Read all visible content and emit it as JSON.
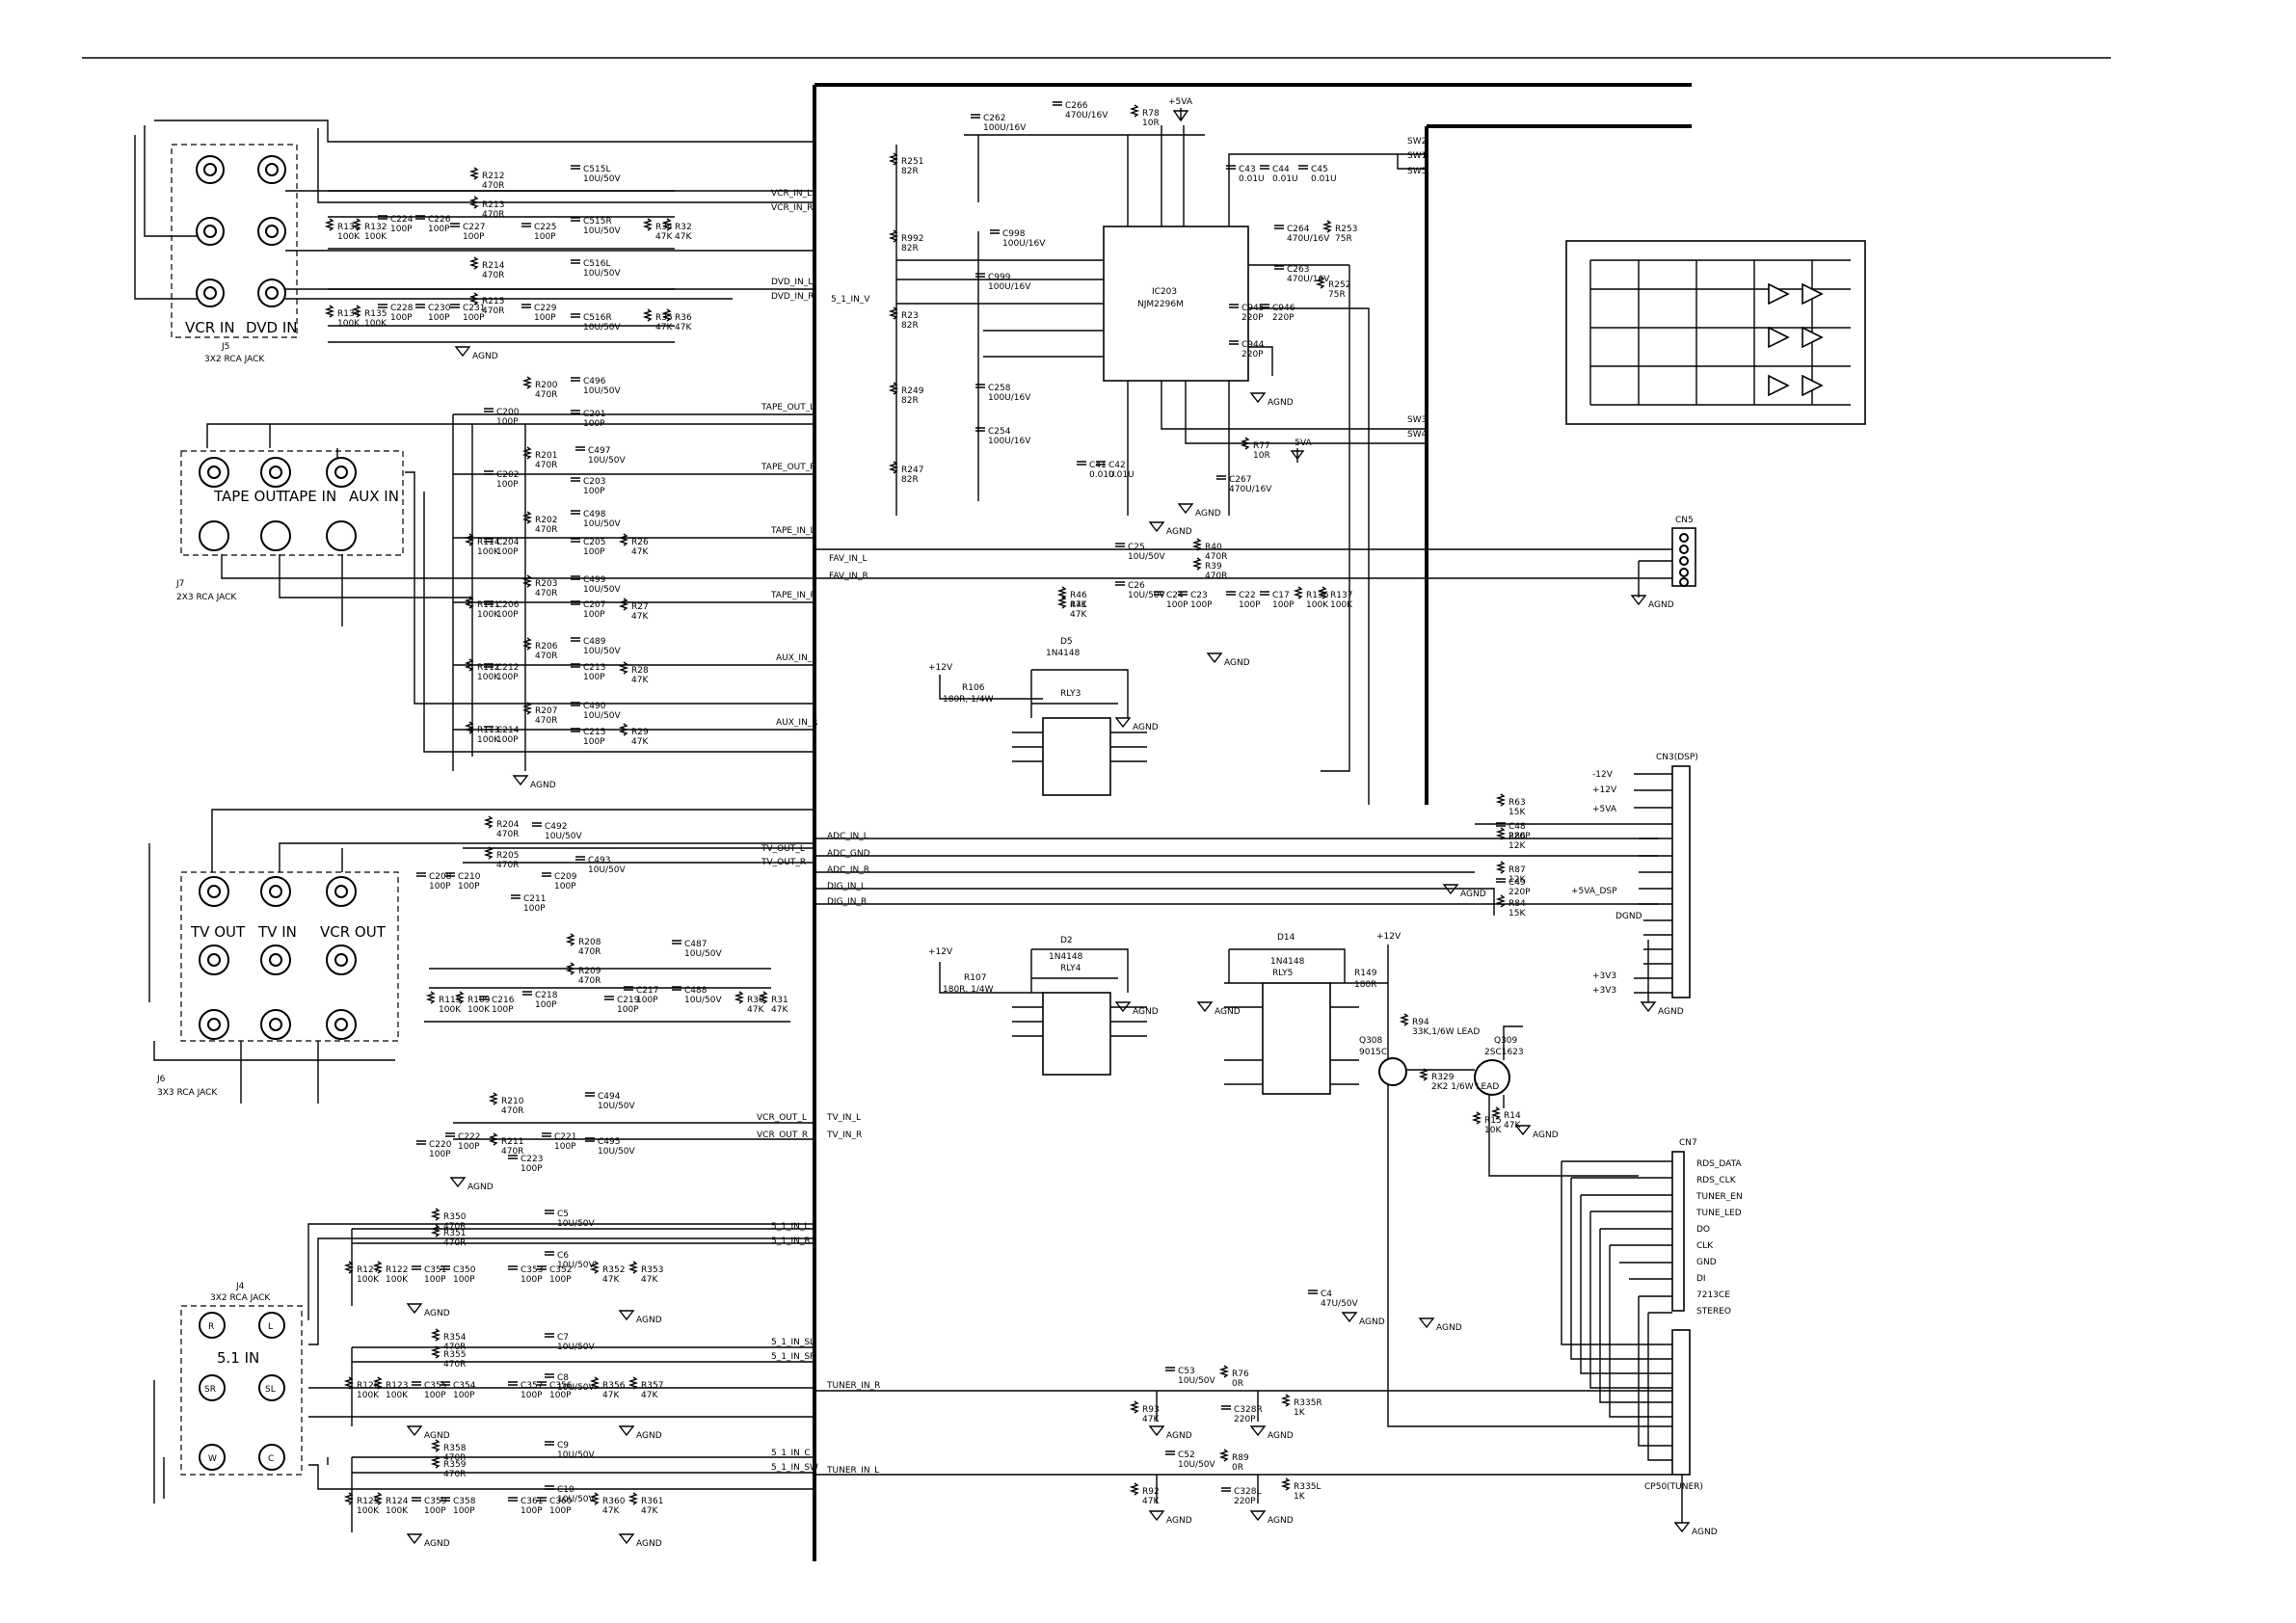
{
  "colors": {
    "ink": "#000000",
    "paper": "#ffffff"
  },
  "jacks": {
    "j5": {
      "ref": "J5",
      "type": "3X2 RCA JACK",
      "left": "VCR IN",
      "right": "DVD IN"
    },
    "j7": {
      "ref": "J7",
      "type": "2X3 RCA JACK",
      "a": "TAPE OUT",
      "b": "TAPE IN",
      "c": "AUX IN"
    },
    "j6": {
      "ref": "J6",
      "type": "3X3 RCA JACK",
      "a": "TV OUT",
      "b": "TV IN",
      "c": "VCR OUT"
    },
    "j4": {
      "ref": "J4",
      "type": "3X2 RCA JACK",
      "title": "5.1 IN",
      "r": "R",
      "l": "L",
      "sr": "SR",
      "sl": "SL",
      "w": "W",
      "c": "C"
    }
  },
  "ic": {
    "ref": "IC203",
    "part": "NJM2296M"
  },
  "nets_left": [
    "VCR_IN_L",
    "VCR_IN_R",
    "DVD_IN_L",
    "DVD_IN_R",
    "TAPE_OUT_L",
    "TAPE_OUT_R",
    "TAPE_IN_L",
    "TAPE_IN_R",
    "AUX_IN_L",
    "AUX_IN_R",
    "TV_OUT_L",
    "TV_OUT_R",
    "VCR_OUT_L",
    "VCR_OUT_R",
    "5_1_IN_L",
    "5_1_IN_R",
    "5_1_IN_SL",
    "5_1_IN_SR",
    "5_1_IN_C",
    "5_1_IN_SW"
  ],
  "nets_right": [
    "5_1_IN_V",
    "FAV_IN_L",
    "FAV_IN_R",
    "ADC_IN_L",
    "ADC_GND",
    "ADC_IN_R",
    "DIG_IN_L",
    "DIG_IN_R",
    "TV_IN_L",
    "TV_IN_R",
    "TUNER_IN_R",
    "TUNER_IN_L"
  ],
  "switches": [
    "SW2",
    "SW1",
    "SW5",
    "SW3",
    "SW4"
  ],
  "cn3": {
    "title": "CN3(DSP)",
    "rails": [
      "-12V",
      "+12V",
      "+5VA",
      "+5VA_DSP",
      "+3V3",
      "+3V3"
    ],
    "dgnd": "DGND"
  },
  "cn5": {
    "title": "CN5"
  },
  "cn7": {
    "title": "CN7",
    "pins": [
      "RDS_DATA",
      "RDS_CLK",
      "TUNER_EN",
      "TUNE_LED",
      "DO",
      "CLK",
      "GND",
      "DI",
      "7213CE",
      "STEREO"
    ]
  },
  "cp50": {
    "title": "CP50(TUNER)"
  },
  "relays": [
    {
      "ref": "RLY3",
      "diode": "D5",
      "diode_part": "1N4148",
      "res": "R106",
      "res_val": "180R, 1/4W"
    },
    {
      "ref": "RLY4",
      "diode": "D2",
      "diode_part": "1N4148",
      "res": "R107",
      "res_val": "180R, 1/4W"
    },
    {
      "ref": "RLY5",
      "diode": "D14",
      "diode_part": "1N4148",
      "res": "R149",
      "res_val": "180R"
    }
  ],
  "transistors": [
    {
      "ref": "Q308",
      "part": "9015C"
    },
    {
      "ref": "Q309",
      "part": "2SC1623"
    }
  ],
  "ground": "AGND",
  "power": {
    "p5": "+5VA",
    "m5": "-5VA",
    "p12": "+12V"
  },
  "components": [
    {
      "ref": "R212",
      "val": "470R"
    },
    {
      "ref": "R214",
      "val": "470R"
    },
    {
      "ref": "R213",
      "val": "470R"
    },
    {
      "ref": "R215",
      "val": "470R"
    },
    {
      "ref": "C515L",
      "val": "10U/50V"
    },
    {
      "ref": "C515R",
      "val": "10U/50V"
    },
    {
      "ref": "C516L",
      "val": "10U/50V"
    },
    {
      "ref": "C516R",
      "val": "10U/50V"
    },
    {
      "ref": "R133",
      "val": "100K"
    },
    {
      "ref": "R132",
      "val": "100K"
    },
    {
      "ref": "C224",
      "val": "100P"
    },
    {
      "ref": "C226",
      "val": "100P"
    },
    {
      "ref": "C227",
      "val": "100P"
    },
    {
      "ref": "C225",
      "val": "100P"
    },
    {
      "ref": "R34",
      "val": "47K"
    },
    {
      "ref": "R32",
      "val": "47K"
    },
    {
      "ref": "R134",
      "val": "100K"
    },
    {
      "ref": "R135",
      "val": "100K"
    },
    {
      "ref": "C228",
      "val": "100P"
    },
    {
      "ref": "C230",
      "val": "100P"
    },
    {
      "ref": "C231",
      "val": "100P"
    },
    {
      "ref": "C229",
      "val": "100P"
    },
    {
      "ref": "R35",
      "val": "47K"
    },
    {
      "ref": "R36",
      "val": "47K"
    },
    {
      "ref": "R200",
      "val": "470R"
    },
    {
      "ref": "C496",
      "val": "10U/50V"
    },
    {
      "ref": "C200",
      "val": "100P"
    },
    {
      "ref": "C201",
      "val": "100P"
    },
    {
      "ref": "R201",
      "val": "470R"
    },
    {
      "ref": "C497",
      "val": "10U/50V"
    },
    {
      "ref": "C202",
      "val": "100P"
    },
    {
      "ref": "C203",
      "val": "100P"
    },
    {
      "ref": "R202",
      "val": "470R"
    },
    {
      "ref": "C498",
      "val": "10U/50V"
    },
    {
      "ref": "R114",
      "val": "100K"
    },
    {
      "ref": "C204",
      "val": "100P"
    },
    {
      "ref": "C205",
      "val": "100P"
    },
    {
      "ref": "R26",
      "val": "47K"
    },
    {
      "ref": "R203",
      "val": "470R"
    },
    {
      "ref": "C499",
      "val": "10U/50V"
    },
    {
      "ref": "R111",
      "val": "100K"
    },
    {
      "ref": "C206",
      "val": "100P"
    },
    {
      "ref": "C207",
      "val": "100P"
    },
    {
      "ref": "R27",
      "val": "47K"
    },
    {
      "ref": "R206",
      "val": "470R"
    },
    {
      "ref": "C489",
      "val": "10U/50V"
    },
    {
      "ref": "R112",
      "val": "100K"
    },
    {
      "ref": "C212",
      "val": "100P"
    },
    {
      "ref": "C213",
      "val": "100P"
    },
    {
      "ref": "R28",
      "val": "47K"
    },
    {
      "ref": "R207",
      "val": "470R"
    },
    {
      "ref": "C490",
      "val": "10U/50V"
    },
    {
      "ref": "R113",
      "val": "100K"
    },
    {
      "ref": "C214",
      "val": "100P"
    },
    {
      "ref": "C215",
      "val": "100P"
    },
    {
      "ref": "R29",
      "val": "47K"
    },
    {
      "ref": "C262",
      "val": "100U/16V"
    },
    {
      "ref": "C266",
      "val": "470U/16V"
    },
    {
      "ref": "R78",
      "val": "10R"
    },
    {
      "ref": "R251",
      "val": "82R"
    },
    {
      "ref": "R992",
      "val": "82R"
    },
    {
      "ref": "R23",
      "val": "82R"
    },
    {
      "ref": "R249",
      "val": "82R"
    },
    {
      "ref": "R247",
      "val": "82R"
    },
    {
      "ref": "C998",
      "val": "100U/16V"
    },
    {
      "ref": "C999",
      "val": "100U/16V"
    },
    {
      "ref": "C258",
      "val": "100U/16V"
    },
    {
      "ref": "C254",
      "val": "100U/16V"
    },
    {
      "ref": "C43",
      "val": "0.01U"
    },
    {
      "ref": "C44",
      "val": "0.01U"
    },
    {
      "ref": "C45",
      "val": "0.01U"
    },
    {
      "ref": "C264",
      "val": "470U/16V"
    },
    {
      "ref": "C263",
      "val": "470U/16V"
    },
    {
      "ref": "R253",
      "val": "75R"
    },
    {
      "ref": "R252",
      "val": "75R"
    },
    {
      "ref": "C945",
      "val": "220P"
    },
    {
      "ref": "C946",
      "val": "220P"
    },
    {
      "ref": "C944",
      "val": "220P"
    },
    {
      "ref": "C41",
      "val": "0.01U"
    },
    {
      "ref": "C42",
      "val": "0.01U"
    },
    {
      "ref": "R77",
      "val": "10R"
    },
    {
      "ref": "C267",
      "val": "470U/16V"
    },
    {
      "ref": "C25",
      "val": "10U/50V"
    },
    {
      "ref": "C26",
      "val": "10U/50V"
    },
    {
      "ref": "R40",
      "val": "470R"
    },
    {
      "ref": "R39",
      "val": "470R"
    },
    {
      "ref": "R46",
      "val": "47K"
    },
    {
      "ref": "R41",
      "val": "47K"
    },
    {
      "ref": "C24",
      "val": "100P"
    },
    {
      "ref": "C23",
      "val": "100P"
    },
    {
      "ref": "C22",
      "val": "100P"
    },
    {
      "ref": "C17",
      "val": "100P"
    },
    {
      "ref": "R136",
      "val": "100K"
    },
    {
      "ref": "R137",
      "val": "100K"
    },
    {
      "ref": "R204",
      "val": "470R"
    },
    {
      "ref": "C492",
      "val": "10U/50V"
    },
    {
      "ref": "R205",
      "val": "470R"
    },
    {
      "ref": "C493",
      "val": "10U/50V"
    },
    {
      "ref": "C208",
      "val": "100P"
    },
    {
      "ref": "C210",
      "val": "100P"
    },
    {
      "ref": "C209",
      "val": "100P"
    },
    {
      "ref": "C211",
      "val": "100P"
    },
    {
      "ref": "R208",
      "val": "470R"
    },
    {
      "ref": "R209",
      "val": "470R"
    },
    {
      "ref": "C487",
      "val": "10U/50V"
    },
    {
      "ref": "C488",
      "val": "10U/50V"
    },
    {
      "ref": "R115",
      "val": "100K"
    },
    {
      "ref": "R109",
      "val": "100K"
    },
    {
      "ref": "C216",
      "val": "100P"
    },
    {
      "ref": "C218",
      "val": "100P"
    },
    {
      "ref": "C219",
      "val": "100P"
    },
    {
      "ref": "C217",
      "val": "100P"
    },
    {
      "ref": "R30",
      "val": "47K"
    },
    {
      "ref": "R31",
      "val": "47K"
    },
    {
      "ref": "R210",
      "val": "470R"
    },
    {
      "ref": "R211",
      "val": "470R"
    },
    {
      "ref": "C494",
      "val": "10U/50V"
    },
    {
      "ref": "C495",
      "val": "10U/50V"
    },
    {
      "ref": "C220",
      "val": "100P"
    },
    {
      "ref": "C222",
      "val": "100P"
    },
    {
      "ref": "C221",
      "val": "100P"
    },
    {
      "ref": "C223",
      "val": "100P"
    },
    {
      "ref": "R63",
      "val": "15K"
    },
    {
      "ref": "C48",
      "val": "220P"
    },
    {
      "ref": "R86",
      "val": "12K"
    },
    {
      "ref": "R87",
      "val": "12K"
    },
    {
      "ref": "C49",
      "val": "220P"
    },
    {
      "ref": "R84",
      "val": "15K"
    },
    {
      "ref": "R94",
      "val": "33K,1/6W LEAD"
    },
    {
      "ref": "R329",
      "val": "2K2 1/6W LEAD"
    },
    {
      "ref": "R15",
      "val": "10K"
    },
    {
      "ref": "R14",
      "val": "47K"
    },
    {
      "ref": "C4",
      "val": "47U/50V"
    },
    {
      "ref": "R350",
      "val": "470R"
    },
    {
      "ref": "R351",
      "val": "470R"
    },
    {
      "ref": "C5",
      "val": "10U/50V"
    },
    {
      "ref": "C6",
      "val": "10U/50V"
    },
    {
      "ref": "R127",
      "val": "100K"
    },
    {
      "ref": "R122",
      "val": "100K"
    },
    {
      "ref": "C351",
      "val": "100P"
    },
    {
      "ref": "C350",
      "val": "100P"
    },
    {
      "ref": "C353",
      "val": "100P"
    },
    {
      "ref": "C352",
      "val": "100P"
    },
    {
      "ref": "R352",
      "val": "47K"
    },
    {
      "ref": "R353",
      "val": "47K"
    },
    {
      "ref": "R354",
      "val": "470R"
    },
    {
      "ref": "R355",
      "val": "470R"
    },
    {
      "ref": "C7",
      "val": "10U/50V"
    },
    {
      "ref": "C8",
      "val": "10U/50V"
    },
    {
      "ref": "R126",
      "val": "100K"
    },
    {
      "ref": "R123",
      "val": "100K"
    },
    {
      "ref": "C355",
      "val": "100P"
    },
    {
      "ref": "C354",
      "val": "100P"
    },
    {
      "ref": "C357",
      "val": "100P"
    },
    {
      "ref": "C356",
      "val": "100P"
    },
    {
      "ref": "R356",
      "val": "47K"
    },
    {
      "ref": "R357",
      "val": "47K"
    },
    {
      "ref": "R358",
      "val": "470R"
    },
    {
      "ref": "R359",
      "val": "470R"
    },
    {
      "ref": "C9",
      "val": "10U/50V"
    },
    {
      "ref": "C10",
      "val": "10U/50V"
    },
    {
      "ref": "R125",
      "val": "100K"
    },
    {
      "ref": "R124",
      "val": "100K"
    },
    {
      "ref": "C359",
      "val": "100P"
    },
    {
      "ref": "C358",
      "val": "100P"
    },
    {
      "ref": "C361",
      "val": "100P"
    },
    {
      "ref": "C360",
      "val": "100P"
    },
    {
      "ref": "R360",
      "val": "47K"
    },
    {
      "ref": "R361",
      "val": "47K"
    },
    {
      "ref": "C53",
      "val": "10U/50V"
    },
    {
      "ref": "C52",
      "val": "10U/50V"
    },
    {
      "ref": "R76",
      "val": "0R"
    },
    {
      "ref": "R89",
      "val": "0R"
    },
    {
      "ref": "R93",
      "val": "47K"
    },
    {
      "ref": "R92",
      "val": "47K"
    },
    {
      "ref": "C328R",
      "val": "220P"
    },
    {
      "ref": "C328L",
      "val": "220P"
    },
    {
      "ref": "R335R",
      "val": "1K"
    },
    {
      "ref": "R335L",
      "val": "1K"
    }
  ]
}
